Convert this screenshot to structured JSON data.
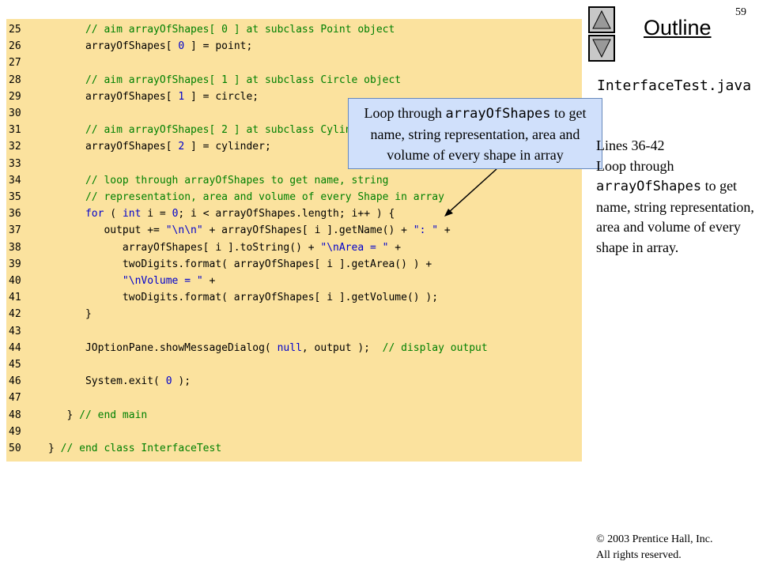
{
  "slide": {
    "page_number": "59",
    "outline_title": "Outline"
  },
  "sidebar": {
    "file_name": "InterfaceTest.java",
    "lines_label": "Lines 36-42",
    "note_pre": "Loop through ",
    "note_code": "arrayOfShapes",
    "note_post": " to get name, string representation, area and volume of every shape in array."
  },
  "callout": {
    "pre": "Loop through ",
    "code": "arrayOfShapes",
    "post": " to get name, string representation, area and volume of every shape in array"
  },
  "footer": {
    "copyright": "© 2003 Prentice Hall, Inc.",
    "rights": "All rights reserved."
  },
  "code": {
    "lines": [
      {
        "n": "25",
        "t": "      // aim arrayOfShapes[ 0 ] at subclass Point object"
      },
      {
        "n": "26",
        "t": "      arrayOfShapes[ 0 ] = point;"
      },
      {
        "n": "27",
        "t": ""
      },
      {
        "n": "28",
        "t": "      // aim arrayOfShapes[ 1 ] at subclass Circle object"
      },
      {
        "n": "29",
        "t": "      arrayOfShapes[ 1 ] = circle;"
      },
      {
        "n": "30",
        "t": ""
      },
      {
        "n": "31",
        "t": "      // aim arrayOfShapes[ 2 ] at subclass Cylinder object"
      },
      {
        "n": "32",
        "t": "      arrayOfShapes[ 2 ] = cylinder;"
      },
      {
        "n": "33",
        "t": ""
      },
      {
        "n": "34",
        "t": "      // loop through arrayOfShapes to get name, string"
      },
      {
        "n": "35",
        "t": "      // representation, area and volume of every Shape in array"
      },
      {
        "n": "36",
        "t": "      for ( int i = 0; i < arrayOfShapes.length; i++ ) {"
      },
      {
        "n": "37",
        "t": "         output += \"\\n\\n\" + arrayOfShapes[ i ].getName() + \": \" +"
      },
      {
        "n": "38",
        "t": "            arrayOfShapes[ i ].toString() + \"\\nArea = \" +"
      },
      {
        "n": "39",
        "t": "            twoDigits.format( arrayOfShapes[ i ].getArea() ) +"
      },
      {
        "n": "40",
        "t": "            \"\\nVolume = \" +"
      },
      {
        "n": "41",
        "t": "            twoDigits.format( arrayOfShapes[ i ].getVolume() );"
      },
      {
        "n": "42",
        "t": "      }"
      },
      {
        "n": "43",
        "t": ""
      },
      {
        "n": "44",
        "t": "      JOptionPane.showMessageDialog( null, output );  // display output"
      },
      {
        "n": "45",
        "t": ""
      },
      {
        "n": "46",
        "t": "      System.exit( 0 );"
      },
      {
        "n": "47",
        "t": ""
      },
      {
        "n": "48",
        "t": "   } // end main"
      },
      {
        "n": "49",
        "t": ""
      },
      {
        "n": "50",
        "t": "} // end class InterfaceTest"
      }
    ]
  }
}
